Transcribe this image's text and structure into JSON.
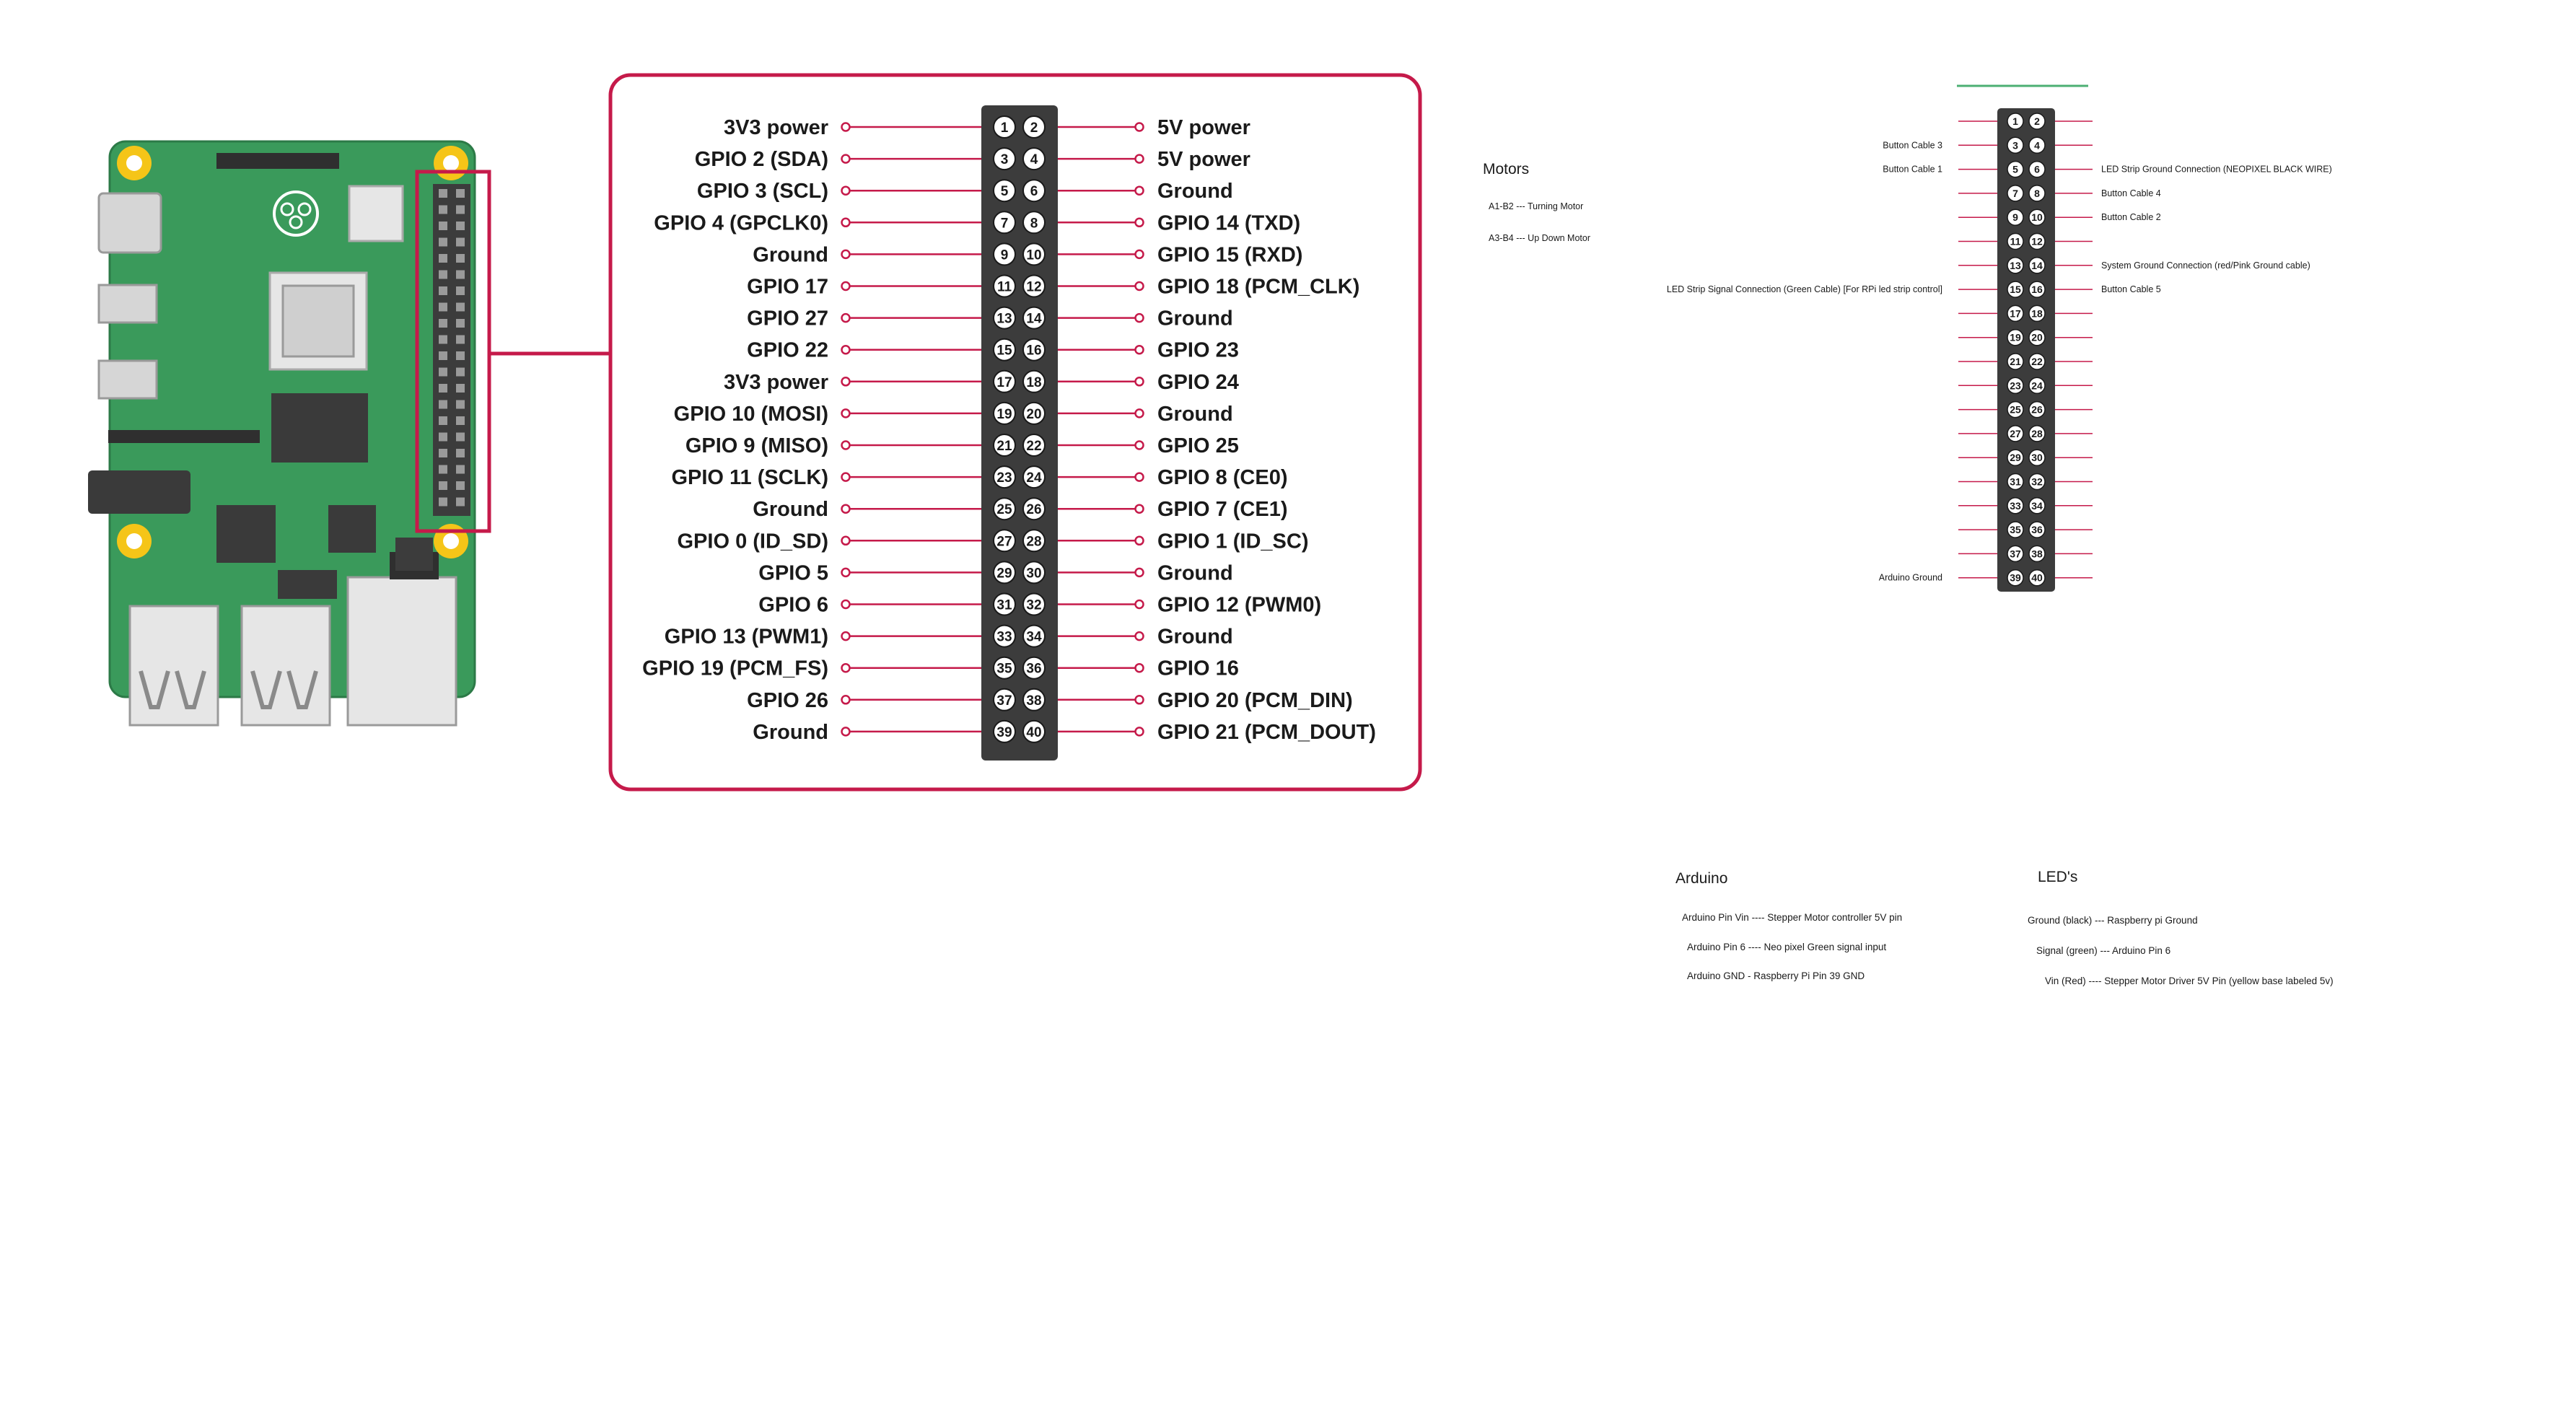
{
  "gpio_diagram": {
    "left_labels": [
      "3V3 power",
      "GPIO 2 (SDA)",
      "GPIO 3 (SCL)",
      "GPIO 4 (GPCLK0)",
      "Ground",
      "GPIO 17",
      "GPIO 27",
      "GPIO 22",
      "3V3 power",
      "GPIO 10 (MOSI)",
      "GPIO 9 (MISO)",
      "GPIO 11 (SCLK)",
      "Ground",
      "GPIO 0 (ID_SD)",
      "GPIO 5",
      "GPIO 6",
      "GPIO 13 (PWM1)",
      "GPIO 19 (PCM_FS)",
      "GPIO 26",
      "Ground"
    ],
    "right_labels": [
      "5V power",
      "5V power",
      "Ground",
      "GPIO 14 (TXD)",
      "GPIO 15 (RXD)",
      "GPIO 18 (PCM_CLK)",
      "Ground",
      "GPIO 23",
      "GPIO 24",
      "Ground",
      "GPIO 25",
      "GPIO 8 (CE0)",
      "GPIO 7 (CE1)",
      "GPIO 1 (ID_SC)",
      "Ground",
      "GPIO 12 (PWM0)",
      "Ground",
      "GPIO 16",
      "GPIO 20 (PCM_DIN)",
      "GPIO 21 (PCM_DOUT)"
    ],
    "pin_numbers": [
      "1",
      "2",
      "3",
      "4",
      "5",
      "6",
      "7",
      "8",
      "9",
      "10",
      "11",
      "12",
      "13",
      "14",
      "15",
      "16",
      "17",
      "18",
      "19",
      "20",
      "21",
      "22",
      "23",
      "24",
      "25",
      "26",
      "27",
      "28",
      "29",
      "30",
      "31",
      "32",
      "33",
      "34",
      "35",
      "36",
      "37",
      "38",
      "39",
      "40"
    ]
  },
  "motors": {
    "heading": "Motors",
    "items": [
      "A1-B2 --- Turning Motor",
      "A3-B4 --- Up Down Motor"
    ]
  },
  "project_header": {
    "left_notes": [
      {
        "row": 2,
        "text": "Button Cable 3"
      },
      {
        "row": 3,
        "text": "Button Cable 1"
      },
      {
        "row": 8,
        "text": "LED Strip Signal Connection (Green Cable) [For RPi led strip control]"
      },
      {
        "row": 20,
        "text": "Arduino Ground"
      }
    ],
    "right_notes": [
      {
        "row": 3,
        "text": "LED Strip Ground Connection (NEOPIXEL BLACK WIRE)"
      },
      {
        "row": 4,
        "text": "Button Cable 4"
      },
      {
        "row": 5,
        "text": "Button Cable 2"
      },
      {
        "row": 7,
        "text": "System Ground Connection (red/Pink Ground cable)"
      },
      {
        "row": 8,
        "text": "Button Cable 5"
      }
    ]
  },
  "arduino": {
    "heading": "Arduino",
    "items": [
      "Arduino Pin Vin ---- Stepper Motor controller 5V pin",
      "Arduino Pin 6 ---- Neo pixel Green signal input",
      "Arduino GND - Raspberry Pi Pin 39 GND"
    ]
  },
  "leds": {
    "heading": "LED's",
    "items": [
      "Ground (black) --- Raspberry pi Ground",
      "Signal (green) ---  Arduino Pin 6",
      "Vin (Red) ---- Stepper Motor Driver 5V Pin (yellow base labeled 5v)"
    ]
  },
  "colors": {
    "accent": "#c51a4a",
    "board_green": "#3a9a5b",
    "header_dark": "#3c3c3c",
    "mount_yellow": "#f5c518",
    "header_bar_green": "#4caf73"
  },
  "icons": {
    "board": "raspberry-pi-board-illustration",
    "logo": "raspberry-logo-icon"
  }
}
